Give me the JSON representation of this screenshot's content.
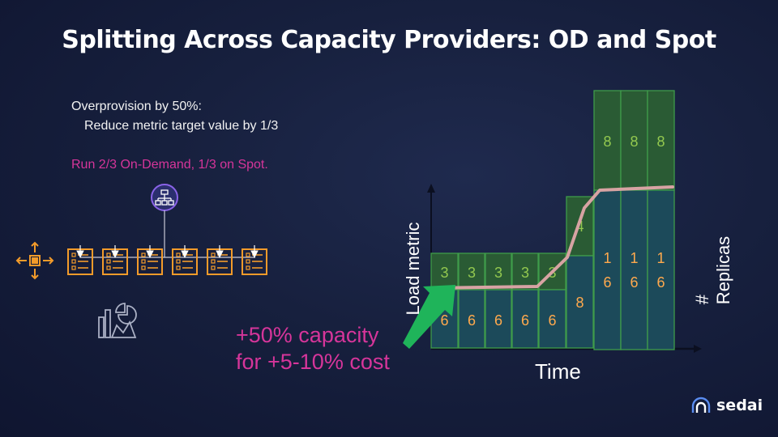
{
  "slide": {
    "title": "Splitting Across Capacity Providers: OD and Spot",
    "note_line1": "Overprovision by 50%:",
    "note_line2": "Reduce metric target value by 1/3",
    "note_spot": "Run 2/3 On-Demand, 1/3 on Spot.",
    "callout_line1": "+50% capacity",
    "callout_line2": "for +5-10% cost",
    "logo_text": "sedai"
  },
  "chart": {
    "y_label": "Load metric",
    "x_label": "Time",
    "replicas_label_line1": "#",
    "replicas_label_line2": "Replicas",
    "columns": [
      {
        "od": "6",
        "spot": "3"
      },
      {
        "od": "6",
        "spot": "3"
      },
      {
        "od": "6",
        "spot": "3"
      },
      {
        "od": "6",
        "spot": "3"
      },
      {
        "od": "6",
        "spot": "3"
      },
      {
        "od": "8",
        "spot": "4"
      },
      {
        "od_line1": "1",
        "od_line2": "6",
        "spot": "8"
      },
      {
        "od_line1": "1",
        "od_line2": "6",
        "spot": "8"
      },
      {
        "od_line1": "1",
        "od_line2": "6",
        "spot": "8"
      }
    ],
    "colors": {
      "od_fill": "#1c4a5a",
      "spot_fill": "#2a5b34",
      "border": "#3f9c4a",
      "spot_text": "#93c84f",
      "od_text": "#ffa94d",
      "load_line": "#d7a3a3",
      "arrow": "#1fb45a",
      "accent": "#d6359a"
    }
  },
  "diagram": {
    "orchestrator_icon": "hierarchy-icon",
    "scale_icon": "scale-arrows-icon",
    "task_icon": "task-list-icon",
    "task_count": 6,
    "monitor_icon": "analytics-icon"
  }
}
